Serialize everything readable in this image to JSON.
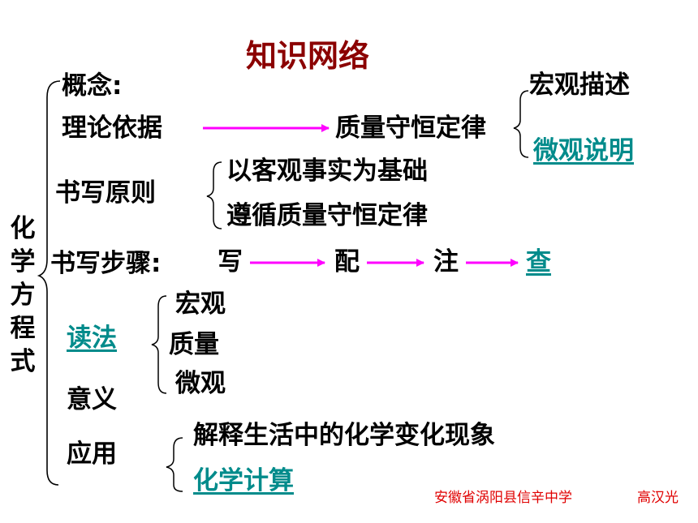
{
  "title": "知识网络",
  "root": "化学方程式",
  "concept": "概念:",
  "theory": "理论依据",
  "law": "质量守恒定律",
  "law_details": [
    "宏观描述",
    "微观说明"
  ],
  "writing_principle": "书写原则",
  "principles": [
    "以客观事实为基础",
    "遵循质量守恒定律"
  ],
  "writing_steps_label": "书写步骤:",
  "steps": [
    "写",
    "配",
    "注",
    "查"
  ],
  "reading": "读法",
  "meaning": "意义",
  "reading_items": [
    "宏观",
    "质量",
    "微观"
  ],
  "application": "应用",
  "applications": [
    "解释生活中的化学变化现象",
    "化学计算"
  ],
  "credit_school": "安徽省涡阳县信辛中学",
  "credit_author": "高汉光",
  "colors": {
    "title": "#8B0000",
    "arrow": "#FF00FF",
    "link": "#008B8B",
    "credit": "#E00000"
  }
}
